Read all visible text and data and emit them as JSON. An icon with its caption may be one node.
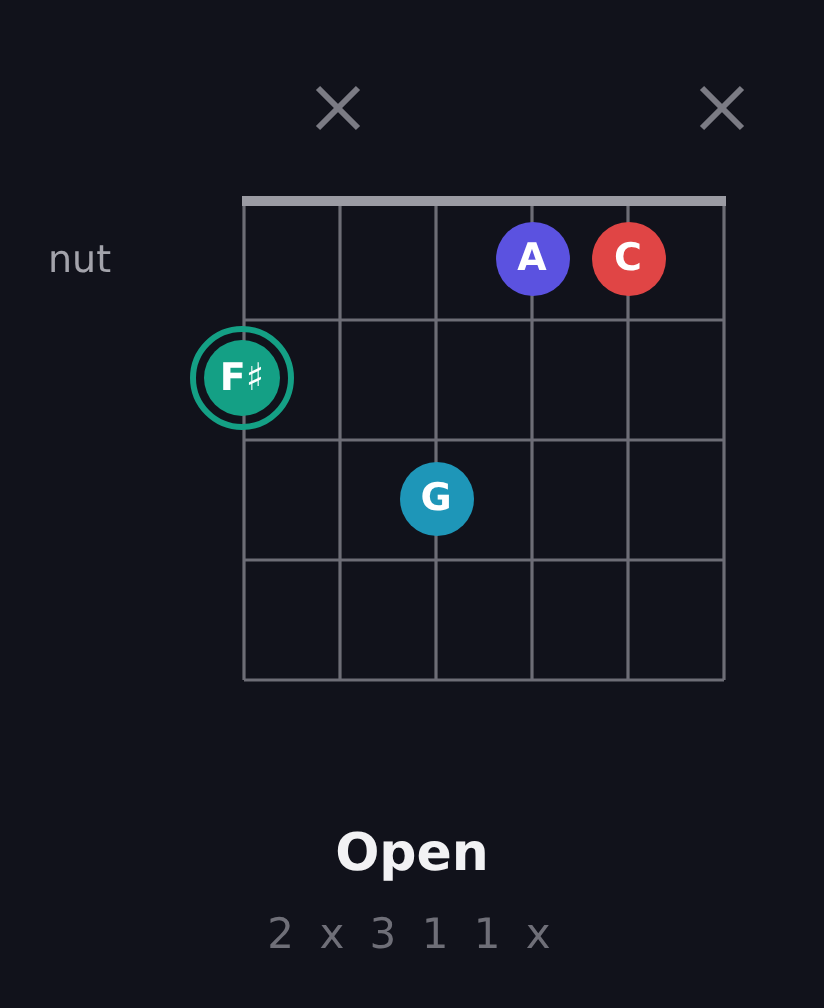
{
  "diagram": {
    "title": "Open",
    "nodes": [
      {
        "text": [
          "A"
        ]
      },
      {
        "text": [
          "C"
        ]
      },
      {
        "text": [
          "F♯"
        ]
      },
      {
        "text": [
          "G"
        ]
      }
    ],
    "labels": [
      "nut",
      "2 x 3 1 1 x"
    ]
  }
}
